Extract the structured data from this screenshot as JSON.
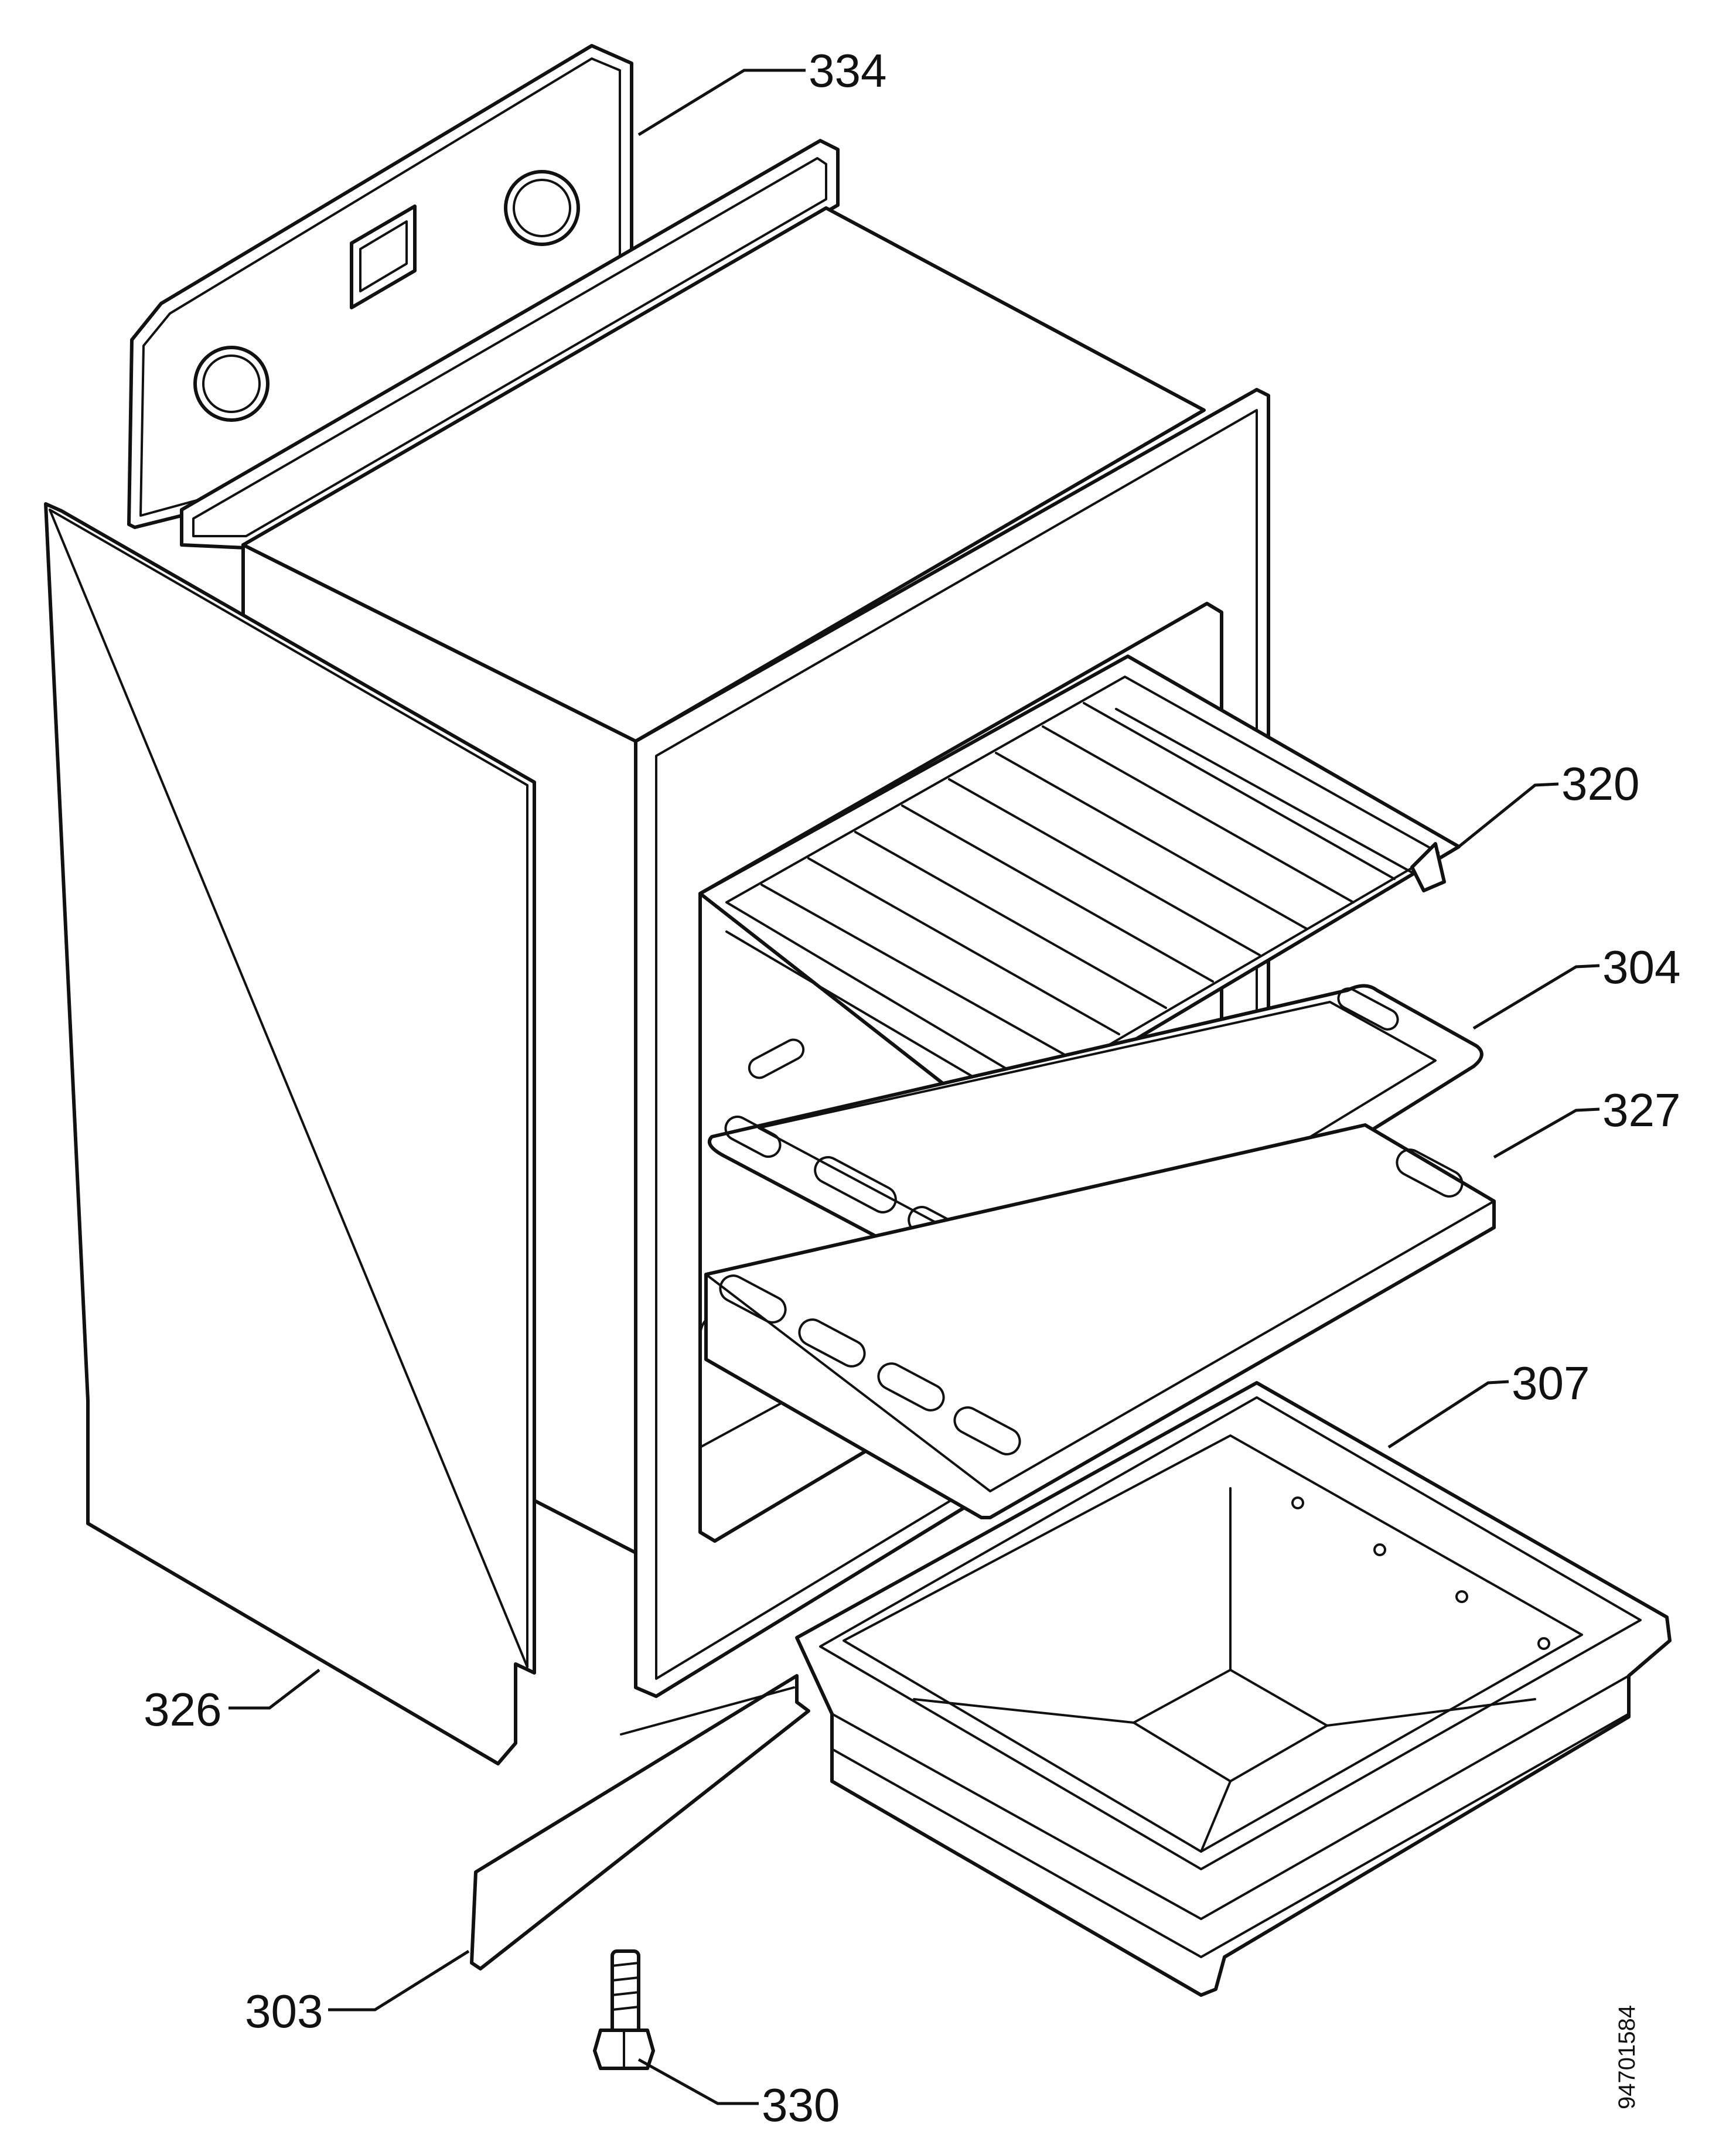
{
  "diagram": {
    "callouts": {
      "p334": "334",
      "p320": "320",
      "p304": "304",
      "p327": "327",
      "p307": "307",
      "p326": "326",
      "p303": "303",
      "p330": "330"
    },
    "document_number": "94701584"
  }
}
